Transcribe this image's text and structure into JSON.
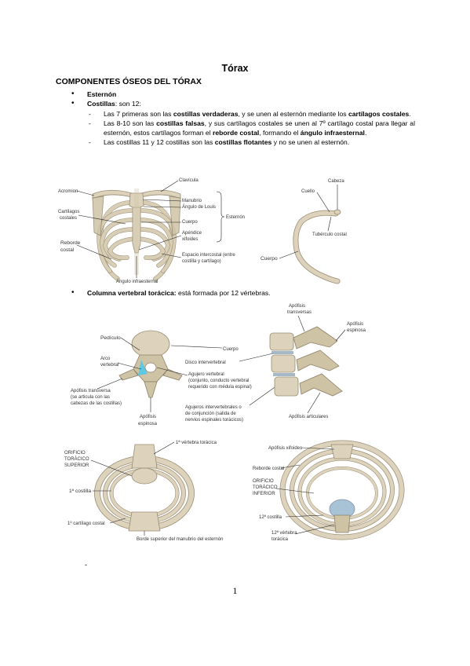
{
  "title": "Tórax",
  "section_title": "COMPONENTES ÓSEOS DEL TÓRAX",
  "items": {
    "esternon": "Esternón",
    "costillas_label": "Costillas",
    "costillas_rest": ": son 12:",
    "sub": [
      {
        "a": "Las 7 primeras son las ",
        "b": "costillas verdaderas",
        "c": ", y se unen al esternón mediante los ",
        "d": "cartílagos costales",
        "e": "."
      },
      {
        "a": "Las 8-10 son las ",
        "b": "costillas falsas",
        "c": ", y sus cartílagos costales se unen al 7º cartílago costal para llegar al esternón, estos cartílagos forman el ",
        "d": "reborde costal",
        "e": ", formando el ",
        "f": "ángulo infraesternal",
        "g": "."
      },
      {
        "a": "Las costillas 11 y 12 costillas son las ",
        "b": "costillas flotantes",
        "c": " y no se unen al esternón."
      }
    ],
    "columna_label": "Columna vertebral torácica:",
    "columna_rest": " está formada por 12 vértebras."
  },
  "fig_thorax": {
    "clavicula": "Clavícula",
    "manubrio": "Manubrio",
    "angulo_louis": "Ángulo de Louis",
    "esternon": "Esternón",
    "cuerpo": "Cuerpo",
    "apendice": "Apéndice",
    "xifoides": "xifoides",
    "espacio1": "Espacio intercostal (entre",
    "espacio2": "costilla y cartílago)",
    "angulo_infra": "Ángulo infraesternal",
    "reborde1": "Reborde",
    "reborde2": "costal",
    "cartilagos1": "Cartílagos",
    "cartilagos2": "costales",
    "acromion": "Acromion"
  },
  "fig_rib": {
    "cabeza": "Cabeza",
    "cuello": "Cuello",
    "tuberculo": "Tubérculo costal",
    "cuerpo": "Cuerpo"
  },
  "fig_vertebra": {
    "pediculo": "Pedículo",
    "arco1": "Arco",
    "arco2": "vertebral",
    "cuerpo": "Cuerpo",
    "disco": "Disco intervertebral",
    "agujero1": "Agujero vertebral",
    "agujero2": "(conjunto, conducto vertebral",
    "agujero3": "requerido con médula espinal)",
    "apofisis_t1": "Apófisis transversa",
    "apofisis_t2": "(se articula con las",
    "apofisis_t3": "cabezas de las costillas)",
    "apofisis_e1": "Apófisis",
    "apofisis_e2": "espinosa",
    "agujeros1": "Agujeros intervertebrales o",
    "agujeros2": "de conjunción (salida de",
    "agujeros3": "nervios espinales torácicos)",
    "art": "Apófisis articulares",
    "trans1": "Apófisis",
    "trans2": "transversas",
    "esp1": "Apófisis",
    "esp2": "espinosa"
  },
  "fig_superior": {
    "vert": "1ª vértebra torácica",
    "orif1": "ORIFICIO",
    "orif2": "TORÁCICO",
    "orif3": "SUPERIOR",
    "costilla": "1ª costilla",
    "cartilago": "1º cartílago costal",
    "borde": "Borde superior del manubrio del esternón"
  },
  "fig_inferior": {
    "apofisis": "Apófisis xifoides",
    "reborde": "Reborde costal",
    "orif1": "ORIFICIO",
    "orif2": "TORÁCICO",
    "orif3": "INFERIOR",
    "costilla": "12ª costilla",
    "vert1": "12ª vértebra",
    "vert2": "torácica"
  },
  "dash": "-",
  "page_number": "1"
}
